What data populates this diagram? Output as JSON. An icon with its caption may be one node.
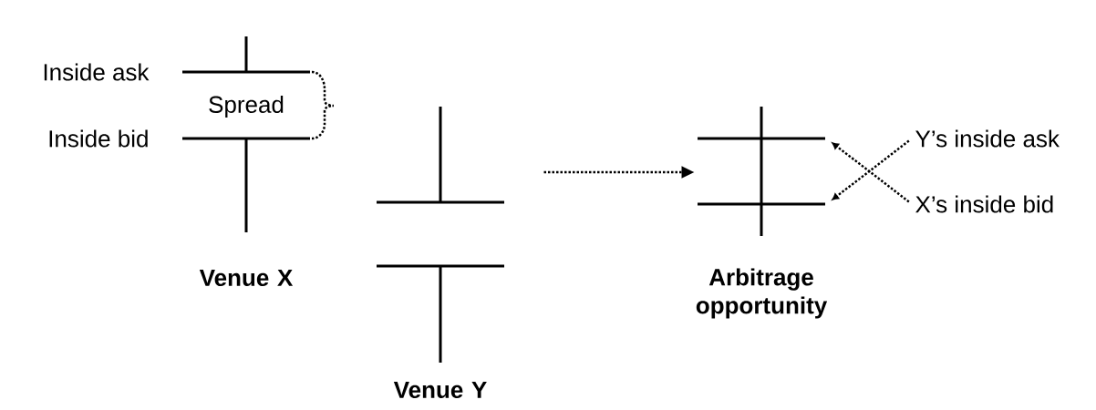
{
  "diagram": {
    "nodes": [
      {
        "text": [],
        "shape": "picture",
        "beside": [
          "Venue X"
        ]
      },
      {
        "text": [],
        "shape": "picture",
        "beside": [
          "Venue Y"
        ]
      },
      {
        "text": [],
        "shape": "picture",
        "beside": [
          "Arbitrage opportunity"
        ]
      },
      {
        "text": [],
        "shape": "bar",
        "in": 2
      },
      {
        "text": [],
        "shape": "bar",
        "in": 2
      },
      {
        "text": [
          "Y’s inside ask"
        ]
      },
      {
        "text": [
          "X’s inside bid"
        ]
      }
    ],
    "edges": [
      {
        "from": 1,
        "to": 2,
        "arrow": "to",
        "style": "dashed"
      },
      {
        "from": 5,
        "to": 4,
        "arrow": "to",
        "style": "dashed"
      },
      {
        "from": 6,
        "to": 3,
        "arrow": "to",
        "style": "dashed"
      }
    ],
    "labels": [
      "Inside ask",
      "Spread",
      "Inside bid"
    ]
  }
}
